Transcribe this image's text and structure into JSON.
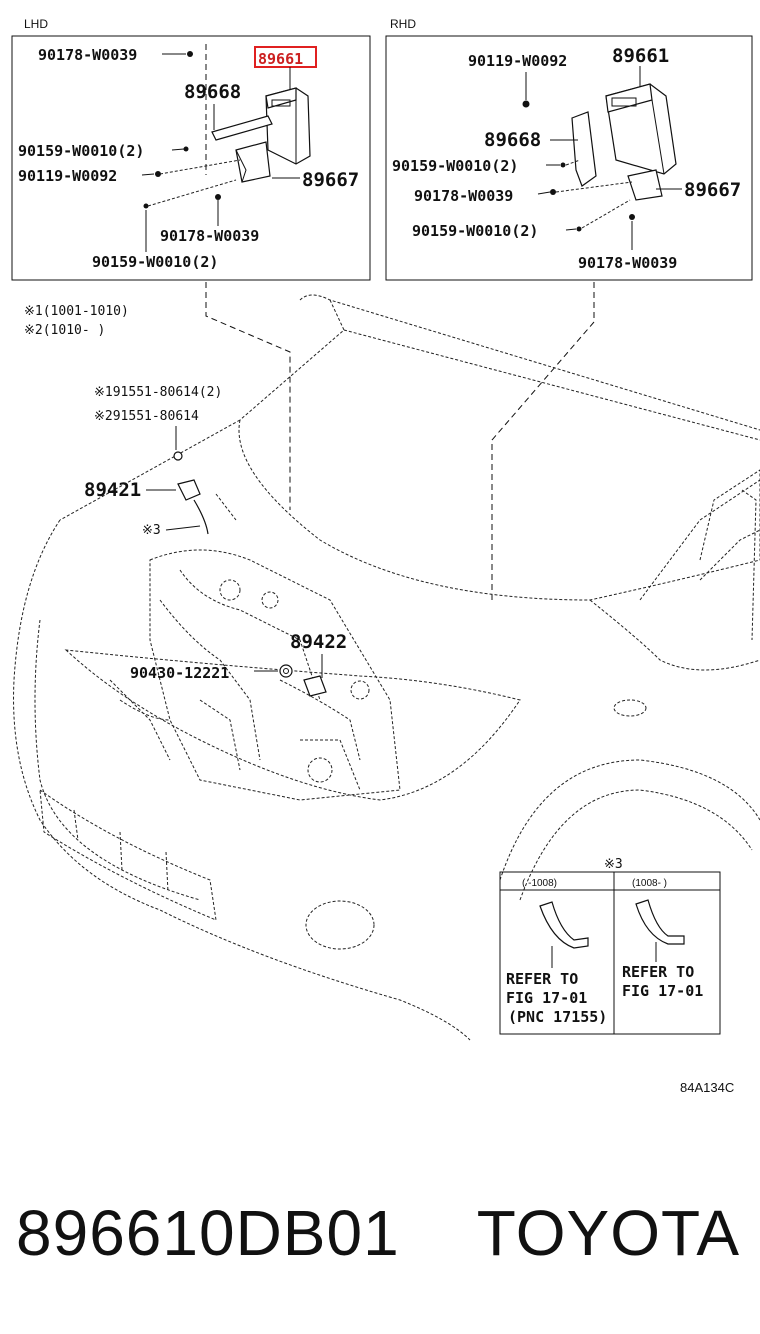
{
  "panels": {
    "lhd": {
      "title": "LHD"
    },
    "rhd": {
      "title": "RHD"
    }
  },
  "labels": {
    "lhd_90178_top": "90178-W0039",
    "lhd_89661": "89661",
    "lhd_89668": "89668",
    "lhd_90159_a": "90159-W0010(2)",
    "lhd_90119": "90119-W0092",
    "lhd_89667": "89667",
    "lhd_90178_bot": "90178-W0039",
    "lhd_90159_b": "90159-W0010(2)",
    "rhd_90119": "90119-W0092",
    "rhd_89661": "89661",
    "rhd_89668": "89668",
    "rhd_90159_a": "90159-W0010(2)",
    "rhd_89667": "89667",
    "rhd_90178_a": "90178-W0039",
    "rhd_90159_b": "90159-W0010(2)",
    "rhd_90178_b": "90178-W0039",
    "note1": "※1(1001-1010)",
    "note2": "※2(1010-     )",
    "bolt1": "※191551-80614(2)",
    "bolt2": "※291551-80614",
    "p89421": "89421",
    "mark3": "※3",
    "p89422": "89422",
    "p90430": "90430-12221",
    "inset_mark": "※3",
    "inset_col1": "(    -1008)",
    "inset_col2": "(1008-    )",
    "ref1_l1": "REFER TO",
    "ref1_l2": "FIG 17-01",
    "ref1_l3": "(PNC 17155)",
    "ref2_l1": "REFER TO",
    "ref2_l2": "FIG 17-01",
    "drawing_code": "84A134C"
  },
  "highlight": {
    "part": "89661",
    "color": "#e02020"
  },
  "footer": {
    "part_number": "896610DB01",
    "brand": "TOYOTA"
  }
}
